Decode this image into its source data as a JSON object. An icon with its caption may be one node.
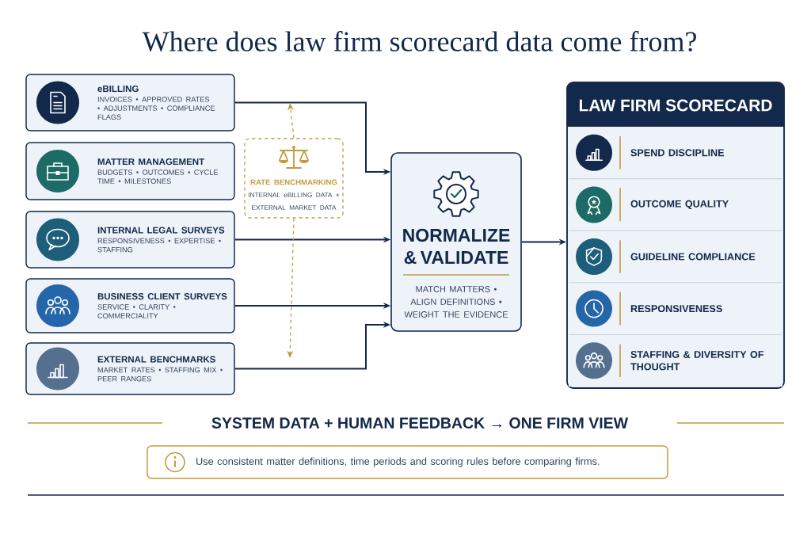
{
  "diagram": {
    "title": "Where does law firm scorecard data come from?",
    "nodes": [
      {
        "text": [
          "eBILLING",
          "INVOICES • APPROVED RATES • ADJUSTMENTS • COMPLIANCE FLAGS"
        ]
      },
      {
        "text": [
          "MATTER MANAGEMENT",
          "BUDGETS • OUTCOMES • CYCLE TIME • MILESTONES"
        ]
      },
      {
        "text": [
          "INTERNAL LEGAL SURVEYS",
          "RESPONSIVENESS • EXPERTISE • STAFFING"
        ]
      },
      {
        "text": [
          "BUSINESS CLIENT SURVEYS",
          "SERVICE • CLARITY • COMMERCIALITY"
        ]
      },
      {
        "text": [
          "EXTERNAL BENCHMARKS",
          "MARKET RATES • STAFFING MIX • PEER RANGES"
        ]
      },
      {
        "text": [
          "RATE BENCHMARKING",
          "INTERNAL eBILLING DATA + EXTERNAL MARKET DATA"
        ]
      },
      {
        "text": [
          "NORMALIZE & VALIDATE",
          "MATCH MATTERS • ALIGN DEFINITIONS • WEIGHT THE EVIDENCE"
        ]
      },
      {
        "text": [
          "LAW FIRM SCORECARD"
        ]
      },
      {
        "text": [
          "SPEND DISCIPLINE"
        ],
        "in": 7
      },
      {
        "text": [
          "OUTCOME QUALITY"
        ],
        "in": 7
      },
      {
        "text": [
          "GUIDELINE COMPLIANCE"
        ],
        "in": 7
      },
      {
        "text": [
          "RESPONSIVENESS"
        ],
        "in": 7
      },
      {
        "text": [
          "STAFFING & DIVERSITY OF THOUGHT"
        ],
        "in": 7
      },
      {
        "text": [
          "Use consistent matter definitions, time periods and scoring rules before comparing firms."
        ]
      }
    ],
    "edges": [
      {
        "from": 0,
        "to": 6,
        "arrow": "to"
      },
      {
        "from": 2,
        "to": 6,
        "arrow": "to"
      },
      {
        "from": 3,
        "to": 6,
        "arrow": "to"
      },
      {
        "from": 4,
        "to": 6,
        "arrow": "to"
      },
      {
        "from": 6,
        "to": 7,
        "arrow": "to"
      },
      {
        "from": 5,
        "to": null,
        "arrow": "to",
        "style": "dashed",
        "color": "#c49a3c"
      },
      {
        "from": 5,
        "to": null,
        "arrow": "to",
        "style": "dashed",
        "color": "#c49a3c"
      }
    ],
    "labels": [
      "SYSTEM DATA + HUMAN FEEDBACK → ONE FIRM VIEW"
    ]
  }
}
